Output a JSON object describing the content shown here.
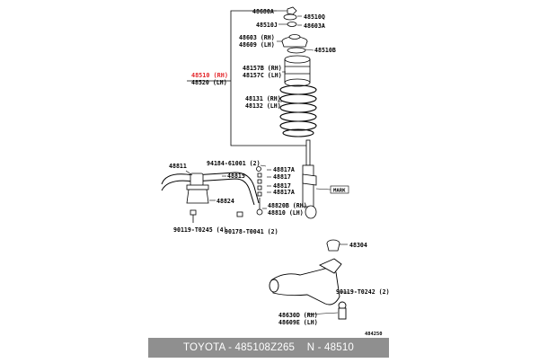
{
  "diagram": {
    "labels": {
      "p48680A": "48680A",
      "p48510Q": "48510Q",
      "p48510J": "48510J",
      "p48603A": "48603A",
      "p48603RH": "48603 (RH)",
      "p48609LH": "48609 (LH)",
      "p48510B": "48510B",
      "p48157BRH": "48157B (RH)",
      "p48157CLH": "48157C (LH)",
      "p48510RH": "48510 (RH)",
      "p48520LH": "48520 (LH)",
      "p48131RH": "48131 (RH)",
      "p48132LH": "48132 (LH)",
      "p94184": "94184-61001 (2)",
      "p48817A_top": "48817A",
      "p48811": "48811",
      "p48815": "48815",
      "p48817_1": "48817",
      "p48817_2": "48817",
      "p48817A_bot": "48817A",
      "mark": "MARK",
      "p48824": "48824",
      "p48820BRH": "48820B (RH)",
      "p48810LH": "48810 (LH)",
      "p90119_T0245": "90119-T0245 (4)",
      "p90178": "90178-T0041 (2)",
      "p48304": "48304",
      "p90119_T0242": "90119-T0242 (2)",
      "p48630DRH": "48630D (RH)",
      "p48609ELH": "48609E (LH)",
      "code": "484250"
    },
    "highlight_color": "#e3262b"
  },
  "footer": {
    "text": "TOYOTA - 485108Z265    N - 48510"
  }
}
